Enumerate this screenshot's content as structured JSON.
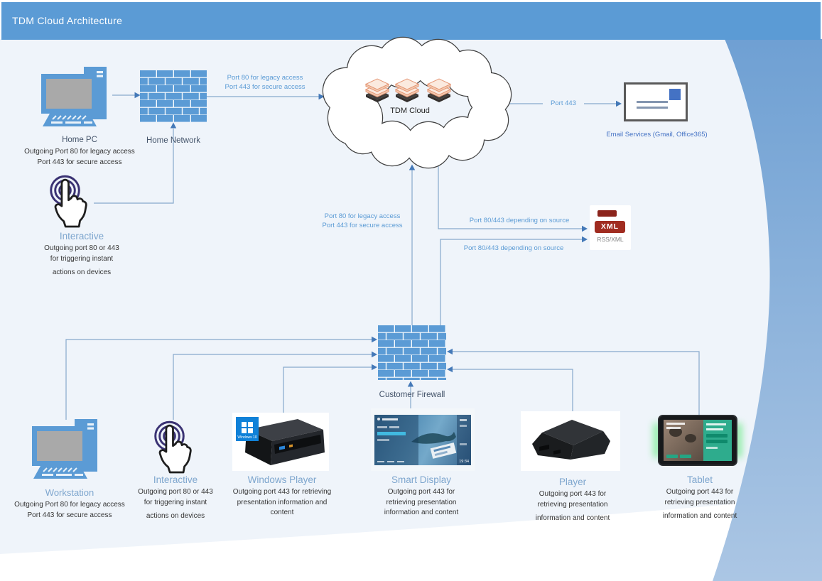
{
  "header": {
    "title": "TDM Cloud Architecture"
  },
  "colors": {
    "accent_blue": "#5B9BD5",
    "connector": "#87A9CC",
    "device_label": "#7EA6CE",
    "section_label": "#44546A",
    "body_text": "#353535",
    "email_label": "#4472C4",
    "band_top": "#6FA0D3",
    "band_bottom": "#ABC6E4",
    "canvas_bg": "#EFF4FA",
    "xml_red": "#A02C20"
  },
  "nodes": {
    "home_pc": {
      "label": "Home PC",
      "desc": [
        "Outgoing Port 80 for legacy access",
        "Port 443 for secure access"
      ]
    },
    "home_network": {
      "label": "Home Network"
    },
    "interactive_top": {
      "label": "Interactive",
      "desc": [
        "Outgoing port 80 or 443",
        "for triggering instant",
        "actions on devices"
      ]
    },
    "tdm_cloud": {
      "label": "TDM Cloud"
    },
    "email": {
      "label": "Email Services (Gmail, Office365)"
    },
    "rss": {
      "badge": "XML",
      "label": "RSS/XML"
    },
    "customer_firewall": {
      "label": "Customer Firewall"
    },
    "workstation": {
      "label": "Workstation",
      "desc": [
        "Outgoing Port 80 for legacy access",
        "Port 443 for secure access"
      ]
    },
    "interactive_bottom": {
      "label": "Interactive",
      "desc": [
        "Outgoing port 80 or 443",
        "for triggering instant",
        "actions on devices"
      ]
    },
    "windows_player": {
      "label": "Windows Player",
      "badge": "Windows 10",
      "desc": [
        "Outgoing port 443 for retrieving",
        "presentation information and",
        "content"
      ]
    },
    "smart_display": {
      "label": "Smart Display",
      "screen_time": "19:34",
      "desc": [
        "Outgoing port 443 for",
        "retrieving presentation",
        "information and content"
      ]
    },
    "player": {
      "label": "Player",
      "desc": [
        "Outgoing port 443  for",
        "retrieving presentation",
        "information and content"
      ]
    },
    "tablet": {
      "label": "Tablet",
      "desc": [
        "Outgoing port 443 for",
        "retrieving presentation",
        "information and content"
      ]
    }
  },
  "edges": {
    "network_to_cloud": {
      "label1": "Port 80 for legacy access",
      "label2": "Port 443 for secure access"
    },
    "cloud_to_email": {
      "label": "Port 443"
    },
    "firewall_to_cloud": {
      "label1": "Port 80 for legacy access",
      "label2": "Port 443 for secure access"
    },
    "cloud_to_rss": {
      "label": "Port 80/443 depending on source"
    },
    "firewall_to_rss": {
      "label": "Port 80/443 depending on source"
    }
  }
}
